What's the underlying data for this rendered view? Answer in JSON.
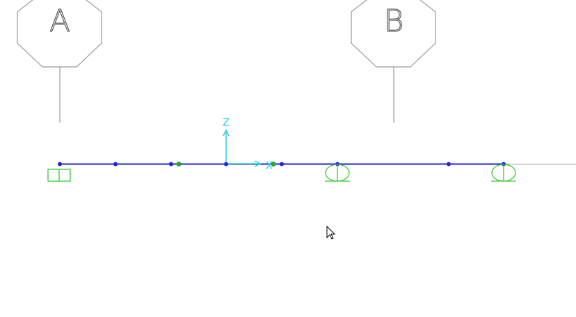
{
  "view": {
    "background": "#ffffff"
  },
  "grid_lines": [
    {
      "label": "A"
    },
    {
      "label": "B"
    }
  ],
  "axes": {
    "z_label": "Z",
    "x_label": "X",
    "color": "#22d3e0"
  },
  "colors": {
    "frame": "#2222dd",
    "joint": "#2222dd",
    "special_joint": "#22aa22",
    "support": "#33cc33",
    "grid": "#9a9a9a",
    "extension_line": "#9a9a9a"
  },
  "supports": [
    {
      "type": "fixed",
      "icon": "fixed-support-icon"
    },
    {
      "type": "pin",
      "icon": "pin-support-icon"
    },
    {
      "type": "pin",
      "icon": "pin-support-icon"
    }
  ],
  "cursor": {
    "icon": "mouse-pointer-icon"
  }
}
